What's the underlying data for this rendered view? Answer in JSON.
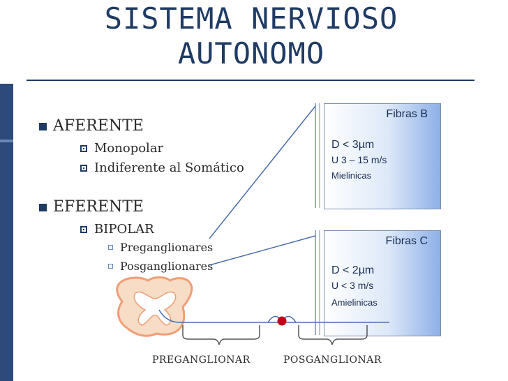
{
  "title": {
    "line1": "SISTEMA NERVIOSO",
    "line2": "AUTONOMO"
  },
  "bullets": {
    "aferente": "AFERENTE",
    "monopolar": "Monopolar",
    "indiferente": "Indiferente al Somático",
    "eferente": "EFERENTE",
    "bipolar": "BIPOLAR",
    "preganglionares": "Preganglionares",
    "posganglionares": "Posganglionares"
  },
  "fibras_b": {
    "heading": "Fibras B",
    "diameter": "D < 3µm",
    "speed": "U 3 – 15 m/s",
    "myelin": "Mielinicas"
  },
  "fibras_c": {
    "heading": "Fibras C",
    "diameter": "D < 2µm",
    "speed": "U < 3 m/s",
    "myelin": "Amielinicas"
  },
  "labels": {
    "preganglionar": "PREGANGLIONAR",
    "posganglionar": "POSGANGLIONAR"
  },
  "colors": {
    "title": "#1f3b64",
    "accent_bar": "#2e4a7a",
    "box_gradient_end": "#8db0e8",
    "spinal_cord_fill": "#f7dcc6",
    "ganglion": "#c0001a"
  }
}
